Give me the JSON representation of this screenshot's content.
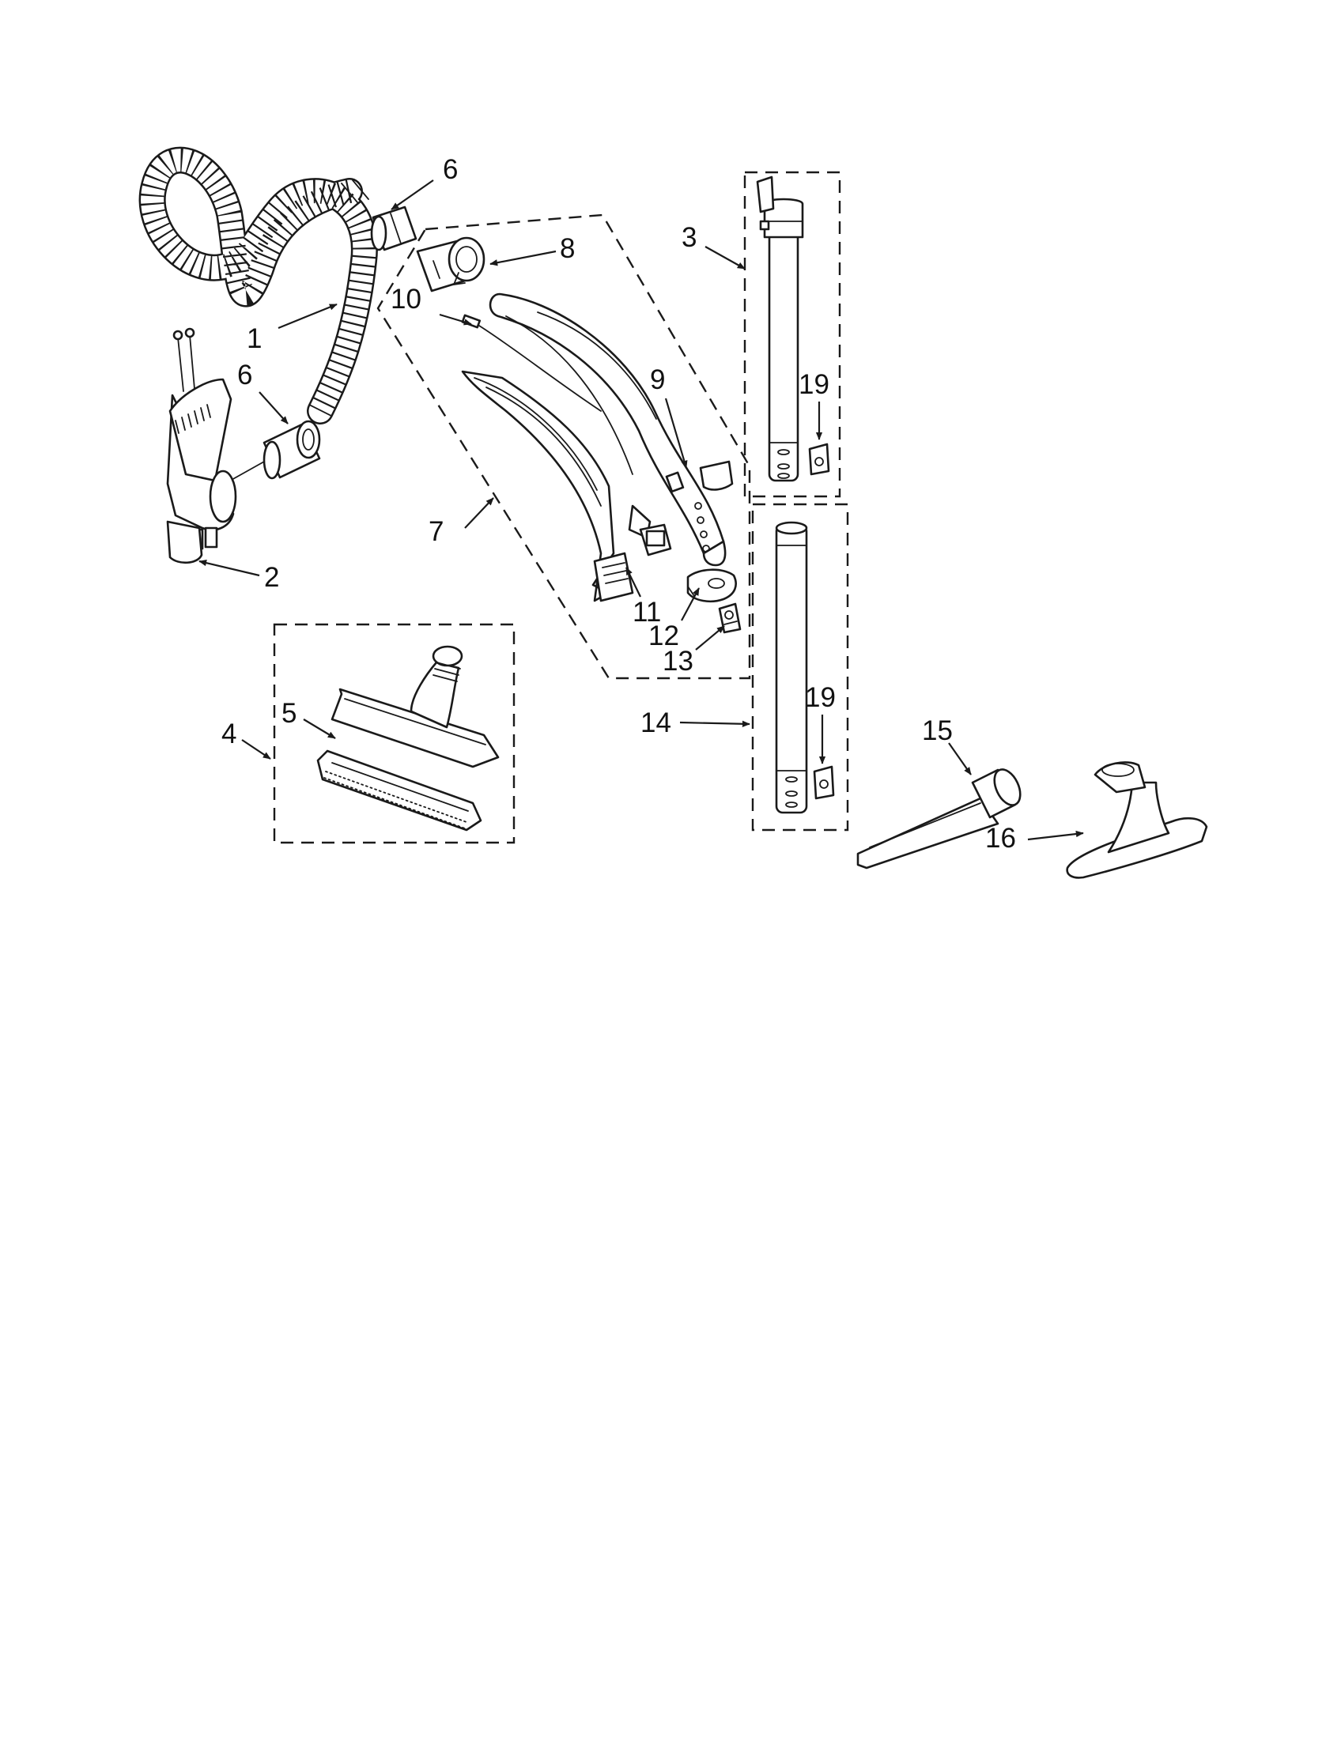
{
  "diagram": {
    "callouts": {
      "c1": "1",
      "c2": "2",
      "c3": "3",
      "c4": "4",
      "c5": "5",
      "c6a": "6",
      "c6b": "6",
      "c7": "7",
      "c8": "8",
      "c9": "9",
      "c10": "10",
      "c11": "11",
      "c12": "12",
      "c13": "13",
      "c14": "14",
      "c15": "15",
      "c16": "16",
      "c19a": "19",
      "c19b": "19"
    },
    "colors": {
      "ink": "#1a1a1a",
      "paper": "#ffffff"
    }
  }
}
